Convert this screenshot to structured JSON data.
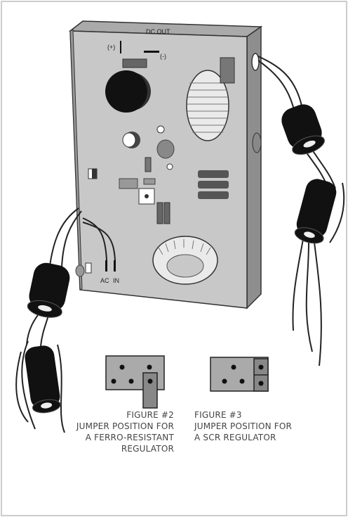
{
  "board": {
    "dc_out_label": "DC OUT",
    "plus_label": "(+)",
    "minus_label": "(-)",
    "ac_label": "AC",
    "in_label": "IN"
  },
  "figure2": {
    "title": "FIGURE #2",
    "line1": "JUMPER POSITION FOR",
    "line2": "A FERRO-RESISTANT",
    "line3": "REGULATOR"
  },
  "figure3": {
    "title": "FIGURE #3",
    "line1": "JUMPER POSITION FOR",
    "line2": "A SCR REGULATOR"
  },
  "colors": {
    "board_face": "#c8c8c8",
    "board_edge": "#8e8e8e",
    "component_dark": "#555555",
    "ferrite": "#111111",
    "wire": "#222222",
    "frame_border": "#cccccc"
  }
}
